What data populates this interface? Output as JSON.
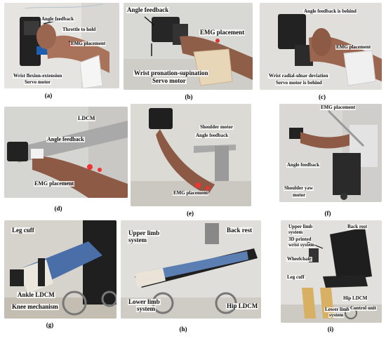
{
  "panels": {
    "a": {
      "caption": "(a)",
      "labels": {
        "angle": "Angle feedback",
        "throttle": "Throttle to hold",
        "emg": "EMG placement",
        "wrist": "Wrist flexion-extension",
        "servo": "Servo motor"
      }
    },
    "b": {
      "caption": "(b)",
      "labels": {
        "angle": "Angle feedback",
        "emg": "EMG placement",
        "wrist": "Wrist pronation-supination",
        "servo": "Servo motor"
      }
    },
    "c": {
      "caption": "(c)",
      "labels": {
        "angle": "Angle feedback is behind",
        "emg": "EMG placement",
        "wrist": "Wrist radial-ulnar deviation",
        "servo": "Servo motor is behind"
      }
    },
    "d": {
      "caption": "(d)",
      "labels": {
        "ldcm": "LDCM",
        "angle": "Angle feedback",
        "emg": "EMG placement"
      }
    },
    "e": {
      "caption": "(e)",
      "labels": {
        "shoulder_motor": "Shoulder motor",
        "angle": "Angle feedback",
        "emg": "EMG placement"
      }
    },
    "f": {
      "caption": "(f)",
      "labels": {
        "emg": "EMG placement",
        "angle": "Angle feedback",
        "shoulder_yaw": "Shoulder yaw",
        "motor": "motor"
      }
    },
    "g": {
      "caption": "(g)",
      "labels": {
        "leg_cuff": "Leg cuff",
        "ankle": "Ankle LDCM",
        "knee": "Knee mechanism"
      }
    },
    "h": {
      "caption": "(h)",
      "labels": {
        "upper1": "Upper limb",
        "upper2": "system",
        "back": "Back rest",
        "lower1": "Lower limb",
        "lower2": "system",
        "hip": "Hip LDCM"
      }
    },
    "i": {
      "caption": "(i)",
      "labels": {
        "upper1": "Upper limb",
        "upper2": "system",
        "back": "Back rest",
        "printed1": "3D printed",
        "printed2": "wrist system",
        "wheelchair": "Wheelchair",
        "leg_cuff": "Leg cuff",
        "hip": "Hip LDCM",
        "control": "Control unit",
        "lower1": "Lower limb",
        "lower2": "system"
      }
    }
  }
}
